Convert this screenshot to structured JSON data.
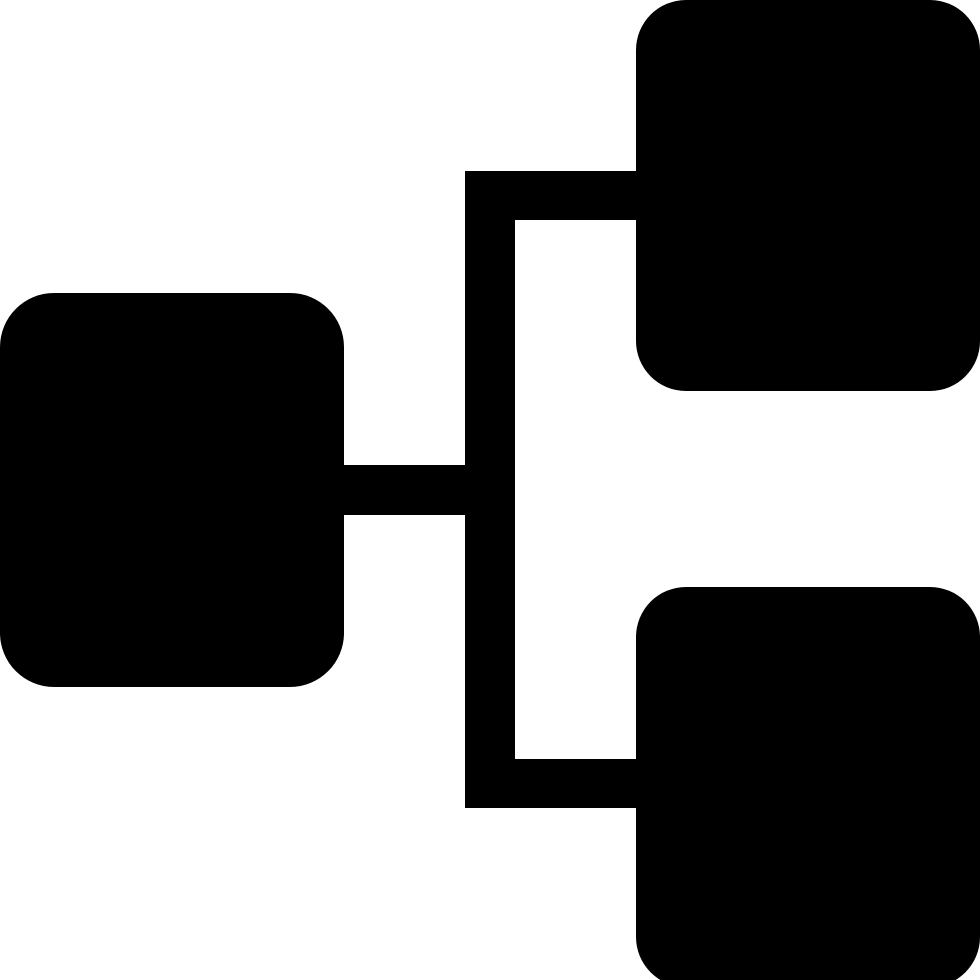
{
  "icon": {
    "name": "hierarchy-icon",
    "color": "#000000",
    "background": "#ffffff",
    "nodes": [
      "root-node",
      "child-node-top",
      "child-node-bottom"
    ],
    "connectors": [
      "connector-root-to-branch",
      "connector-branch-vertical",
      "connector-branch-to-top",
      "connector-branch-to-bottom"
    ]
  }
}
